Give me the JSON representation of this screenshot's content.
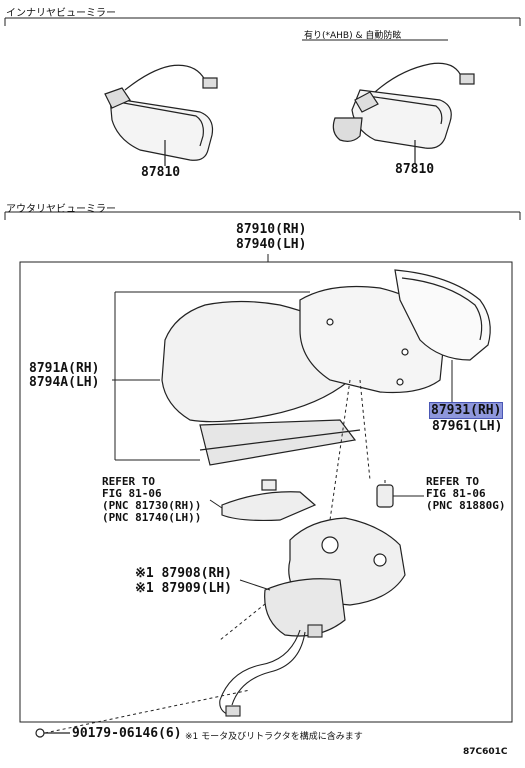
{
  "sections": {
    "inner": "インナリヤビューミラー",
    "outer": "アウタリヤビューミラー"
  },
  "inner": {
    "variant_label": "有り(*AHB) & 自動防眩",
    "left_part": "87810",
    "right_part": "87810"
  },
  "outer": {
    "assembly_rh": "87910(RH)",
    "assembly_lh": "87940(LH)",
    "cover_rh": "8791A(RH)",
    "cover_lh": "8794A(LH)",
    "glass_rh": "87931(RH)",
    "glass_lh": "87961(LH)",
    "ref_left": {
      "line1": "REFER TO",
      "line2": "FIG 81-06",
      "line3": "(PNC 81730(RH))",
      "line4": "(PNC 81740(LH))"
    },
    "ref_right": {
      "line1": "REFER TO",
      "line2": "FIG 81-06",
      "line3": "(PNC 81880G)"
    },
    "motor_rh": "※1 87908(RH)",
    "motor_lh": "※1 87909(LH)",
    "bolt": "90179-06146(6)",
    "footnote": "※1 モータ及びリトラクタを構成に含みます"
  },
  "figure_code": "87C601C",
  "colors": {
    "highlight": "#8e97dc",
    "line": "#222222"
  }
}
